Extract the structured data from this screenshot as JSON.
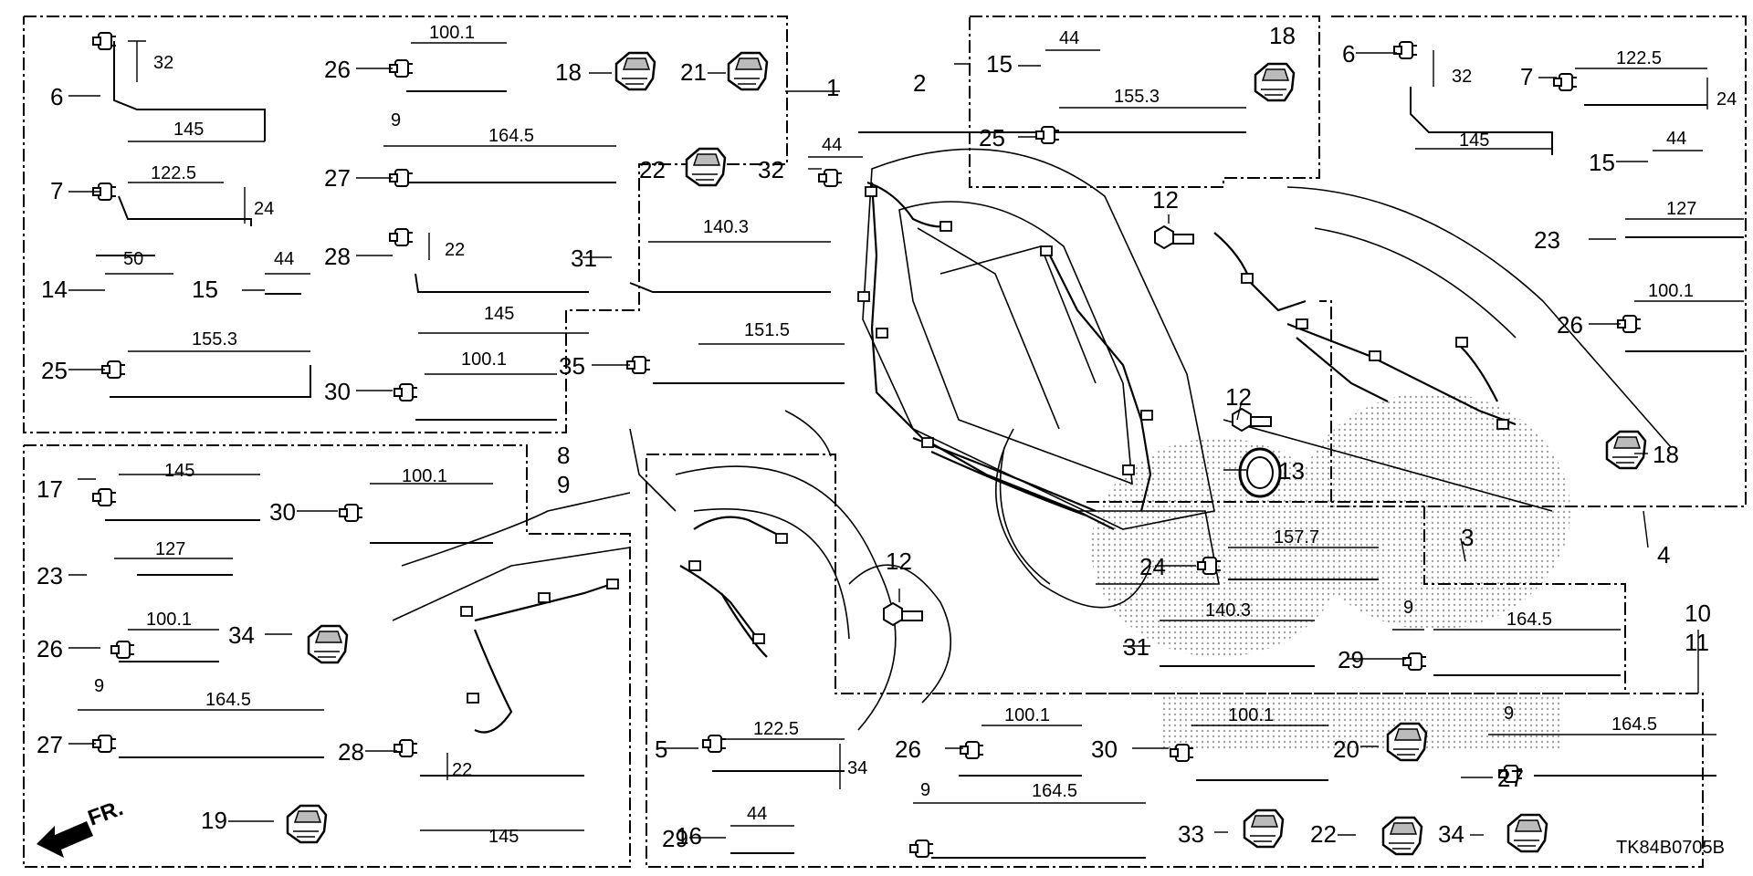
{
  "diagram": {
    "reference_code": "TK84B0705B",
    "front_label": "FR.",
    "callouts": [
      "1",
      "2",
      "3",
      "4",
      "5",
      "6",
      "7",
      "8",
      "9",
      "10",
      "11",
      "12",
      "13",
      "14",
      "15",
      "16",
      "17",
      "18",
      "19",
      "20",
      "21",
      "22",
      "23",
      "24",
      "25",
      "26",
      "27",
      "28",
      "29",
      "30",
      "31",
      "32",
      "33",
      "34",
      "35"
    ],
    "dimensions": [
      "32",
      "145",
      "122.5",
      "24",
      "50",
      "44",
      "155.3",
      "100.1",
      "9",
      "164.5",
      "22",
      "140.3",
      "151.5",
      "127",
      "157.7",
      "34"
    ]
  }
}
